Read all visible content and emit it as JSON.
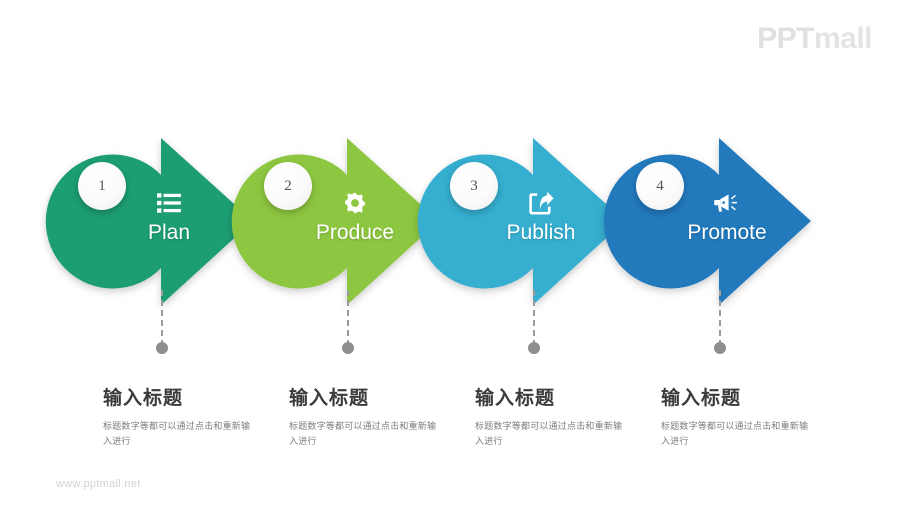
{
  "brand": {
    "logo_prefix": "PPT",
    "logo_suffix": "mall",
    "footer_url": "www.pptmall.net"
  },
  "colors": {
    "step1": "#1E9D72",
    "step2": "#8DC63F",
    "step3": "#35AECF",
    "step4": "#2379BC",
    "badge_text": "#555555",
    "connector": "#8E8E8E",
    "caption_title": "#3B3B3B",
    "caption_body": "#7D7D7D",
    "logo": "#E0E0E0"
  },
  "steps": [
    {
      "number": "1",
      "label": "Plan",
      "icon": "list-icon",
      "color": "#1E9D72",
      "color_dark": "#147F5B",
      "caption_title": "输入标题",
      "caption_body": "标题数字等都可以通过点击和重新输入进行"
    },
    {
      "number": "2",
      "label": "Produce",
      "icon": "gear-icon",
      "color": "#8DC63F",
      "color_dark": "#74A830",
      "caption_title": "输入标题",
      "caption_body": "标题数字等都可以通过点击和重新输入进行"
    },
    {
      "number": "3",
      "label": "Publish",
      "icon": "share-icon",
      "color": "#35AECF",
      "color_dark": "#2490AE",
      "caption_title": "输入标题",
      "caption_body": "标题数字等都可以通过点击和重新输入进行"
    },
    {
      "number": "4",
      "label": "Promote",
      "icon": "megaphone-icon",
      "color": "#2379BC",
      "color_dark": "#18629C",
      "caption_title": "输入标题",
      "caption_body": "标题数字等都可以通过点击和重新输入进行"
    }
  ]
}
